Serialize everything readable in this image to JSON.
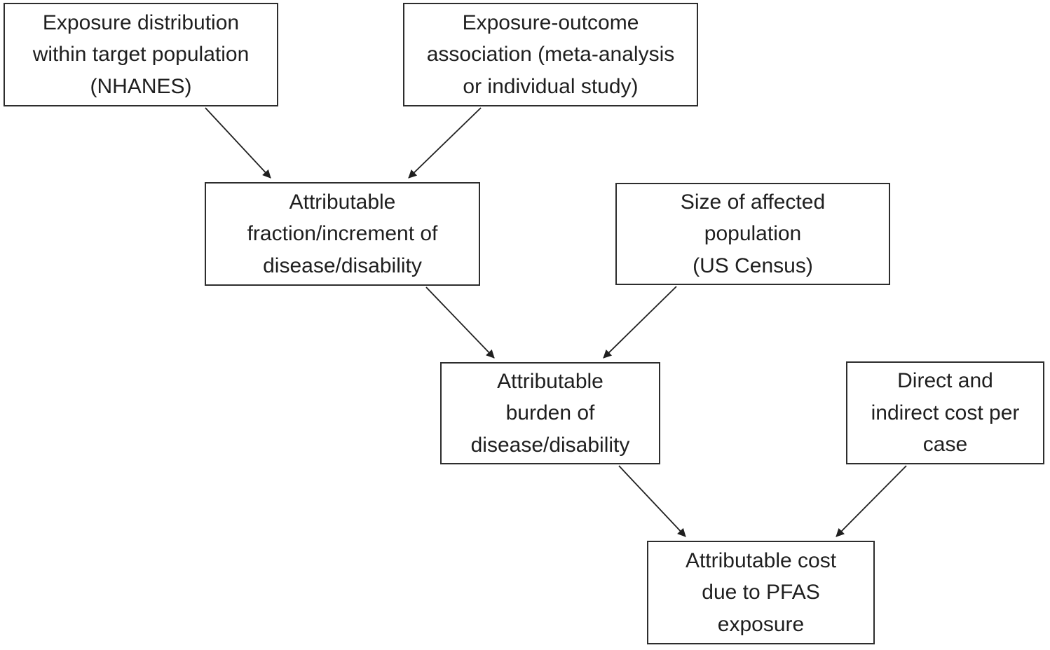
{
  "diagram": {
    "type": "flowchart",
    "background_color": "#ffffff",
    "box_fill_color": "#ffffff",
    "box_border_color": "#2d2d2d",
    "text_color": "#1f1f1f",
    "arrow_color": "#1f1f1f",
    "nodes": [
      {
        "id": "exposure-distribution",
        "label": "Exposure distribution\nwithin target population\n(NHANES)"
      },
      {
        "id": "exposure-outcome",
        "label": "Exposure-outcome\nassociation (meta-analysis\nor individual study)"
      },
      {
        "id": "attributable-fraction",
        "label": "Attributable\nfraction/increment of\ndisease/disability"
      },
      {
        "id": "affected-population",
        "label": "Size of affected\npopulation\n(US Census)"
      },
      {
        "id": "attributable-burden",
        "label": "Attributable\nburden of\ndisease/disability"
      },
      {
        "id": "cost-per-case",
        "label": "Direct and\nindirect cost per\ncase"
      },
      {
        "id": "attributable-cost",
        "label": "Attributable cost\ndue to PFAS\nexposure"
      }
    ],
    "edges": [
      {
        "from": "exposure-distribution",
        "to": "attributable-fraction"
      },
      {
        "from": "exposure-outcome",
        "to": "attributable-fraction"
      },
      {
        "from": "attributable-fraction",
        "to": "attributable-burden"
      },
      {
        "from": "affected-population",
        "to": "attributable-burden"
      },
      {
        "from": "attributable-burden",
        "to": "attributable-cost"
      },
      {
        "from": "cost-per-case",
        "to": "attributable-cost"
      }
    ]
  }
}
